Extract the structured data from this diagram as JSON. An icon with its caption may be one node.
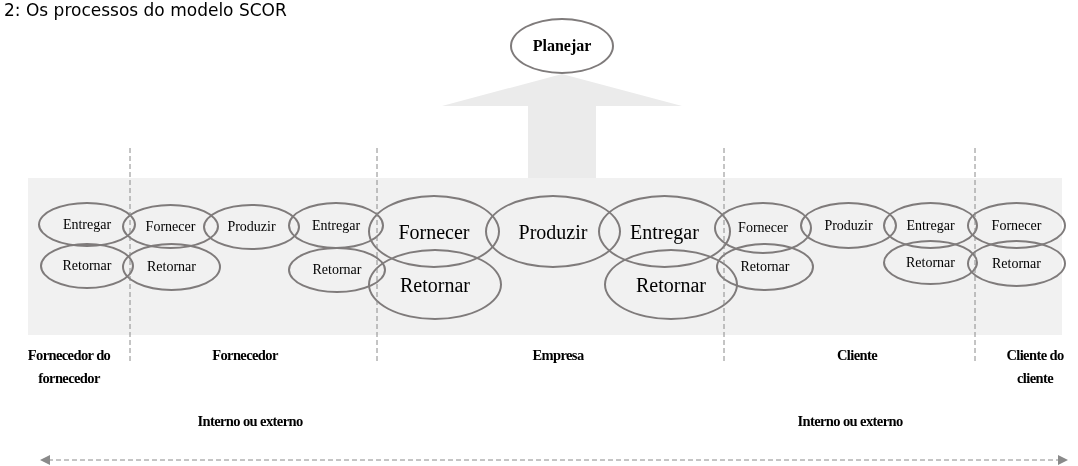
{
  "diagram": {
    "title": "2: Os processos do modelo SCOR",
    "nodes": [
      {
        "text": [
          "Planejar"
        ]
      },
      {
        "text": [],
        "shape": "box"
      },
      {
        "text": [
          "Entregar"
        ],
        "in": 1
      },
      {
        "text": [
          "Fornecer"
        ],
        "in": 1
      },
      {
        "text": [
          "Produzir"
        ],
        "in": 1
      },
      {
        "text": [
          "Entregar"
        ],
        "in": 1
      },
      {
        "text": [
          "Fornecer"
        ],
        "in": 1
      },
      {
        "text": [
          "Produzir"
        ],
        "in": 1
      },
      {
        "text": [
          "Entregar"
        ],
        "in": 1
      },
      {
        "text": [
          "Fornecer"
        ],
        "in": 1
      },
      {
        "text": [
          "Produzir"
        ],
        "in": 1
      },
      {
        "text": [
          "Entregar"
        ],
        "in": 1
      },
      {
        "text": [
          "Fornecer"
        ],
        "in": 1
      },
      {
        "text": [
          "Retornar"
        ],
        "in": 1
      },
      {
        "text": [
          "Retornar"
        ],
        "in": 1
      },
      {
        "text": [
          "Retornar"
        ],
        "in": 1
      },
      {
        "text": [
          "Retornar"
        ],
        "in": 1
      },
      {
        "text": [
          "Retornar"
        ],
        "in": 1
      },
      {
        "text": [
          "Retornar"
        ],
        "in": 1
      },
      {
        "text": [
          "Retornar"
        ],
        "in": 1
      },
      {
        "text": [
          "Retornar"
        ],
        "in": 1
      }
    ],
    "edges": [
      {
        "from": 1,
        "to": 0,
        "arrow": "to",
        "style": "thick"
      }
    ],
    "labels": [
      "Fornecedor do fornecedor",
      "Fornecedor",
      "Empresa",
      "Cliente",
      "Cliente do cliente",
      "Interno ou externo",
      "Interno ou externo"
    ]
  }
}
